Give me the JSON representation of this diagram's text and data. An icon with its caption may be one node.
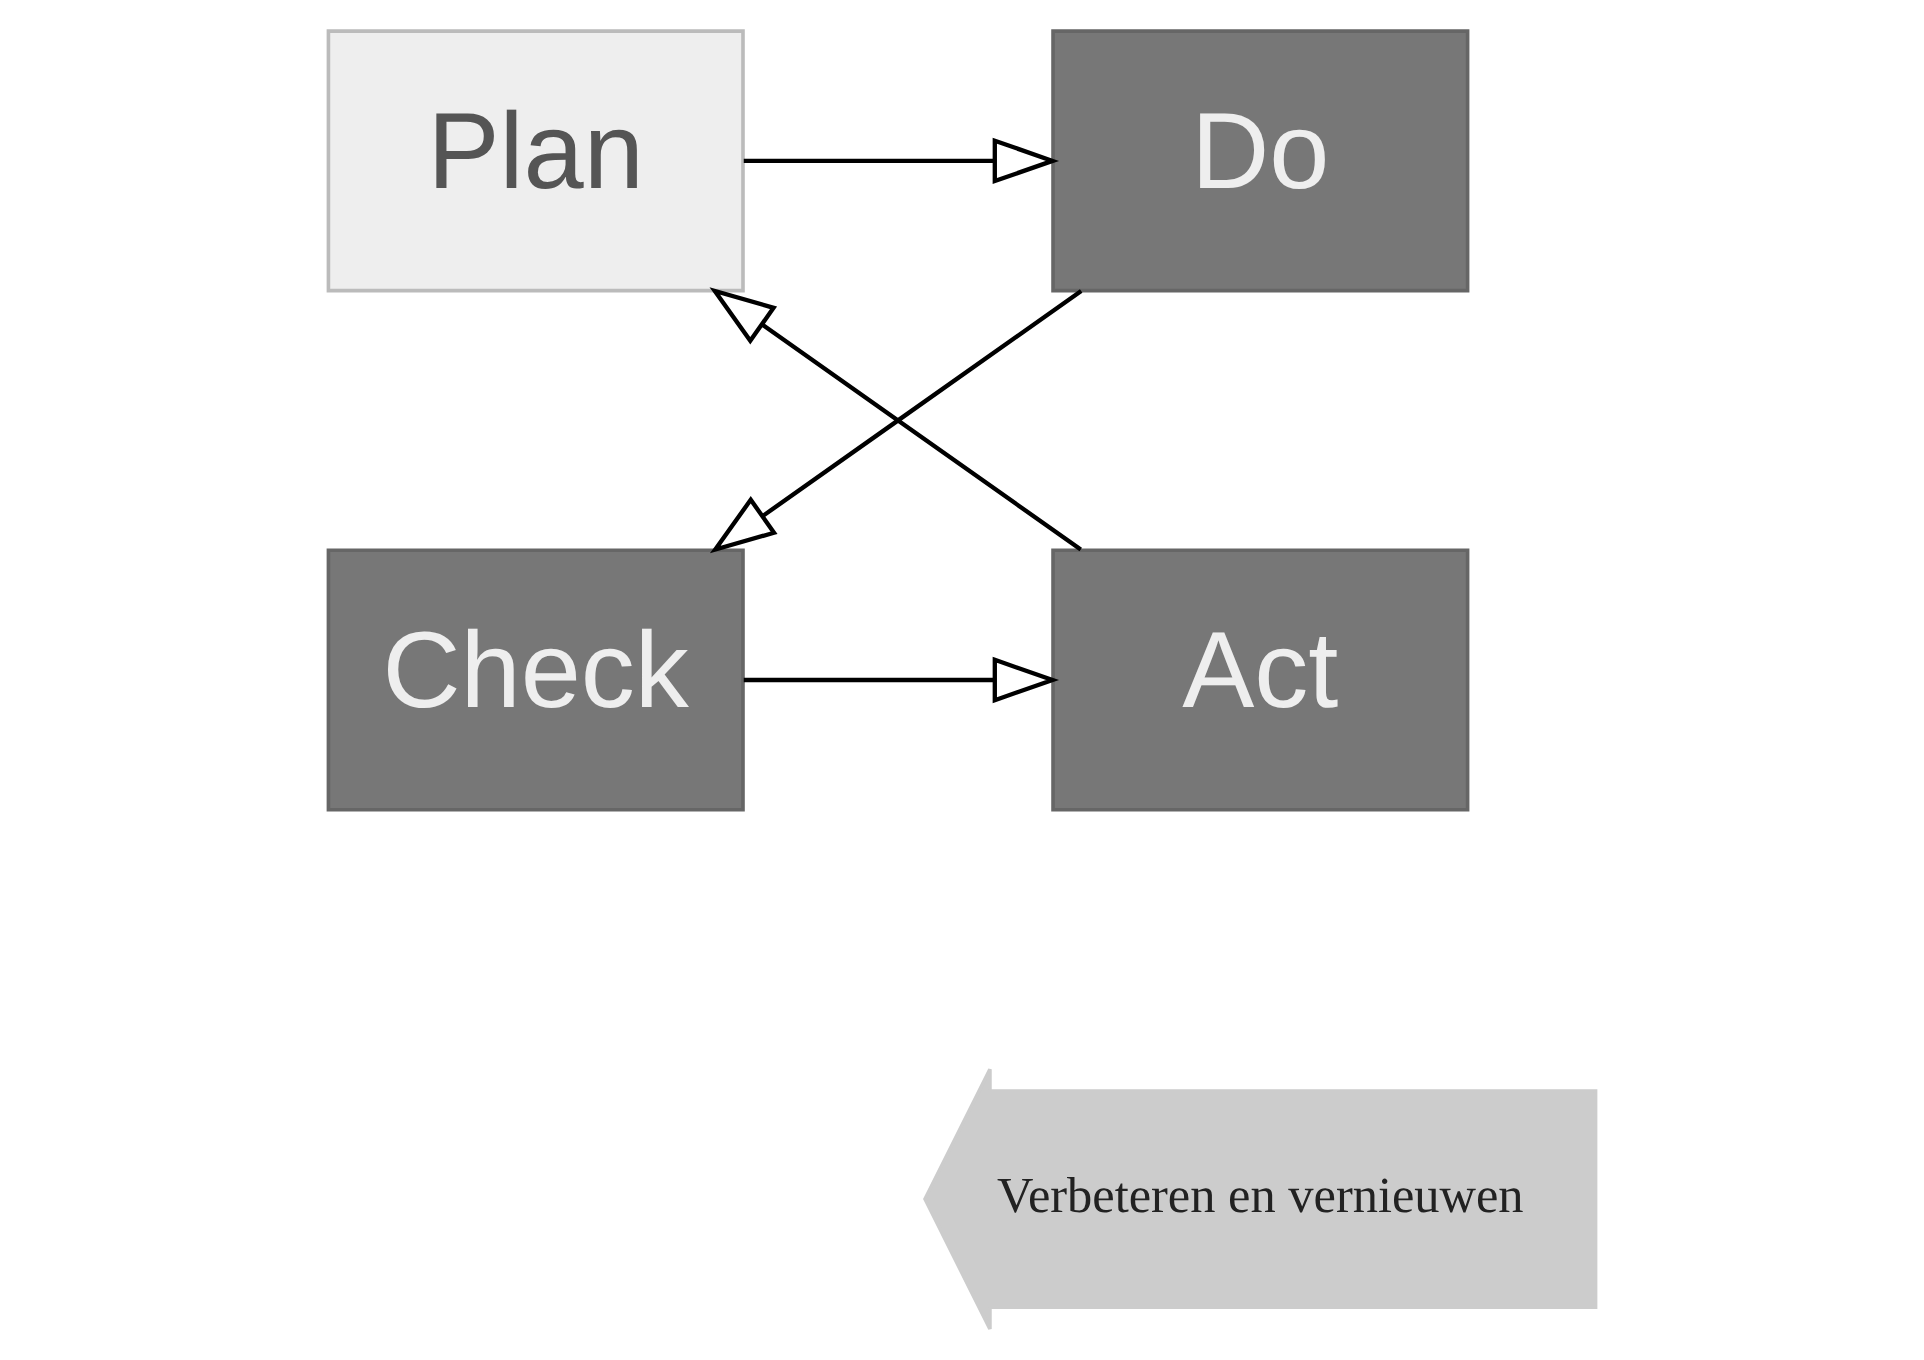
{
  "diagram": {
    "nodes": [
      {
        "text": [
          "Plan"
        ]
      },
      {
        "text": [
          "Do"
        ]
      },
      {
        "text": [
          "Check"
        ]
      },
      {
        "text": [
          "Act"
        ]
      },
      {
        "text": [
          "Verbeteren en vernieuwen"
        ]
      }
    ],
    "edges": [
      {
        "from": 0,
        "to": 1,
        "arrow": "to"
      },
      {
        "from": 1,
        "to": 2,
        "arrow": "to"
      },
      {
        "from": 2,
        "to": 3,
        "arrow": "to"
      },
      {
        "from": 3,
        "to": 0,
        "arrow": "to"
      }
    ]
  }
}
